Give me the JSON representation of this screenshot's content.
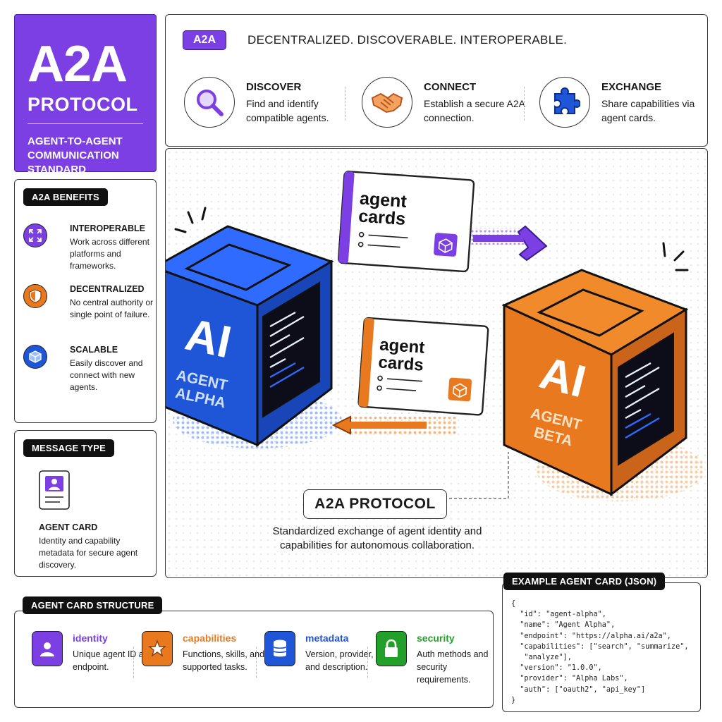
{
  "hero": {
    "title": "A2A",
    "subtitle": "PROTOCOL",
    "tagline": "AGENT-TO-AGENT COMMUNICATION STANDARD"
  },
  "top": {
    "badge": "A2A",
    "tagline": "DECENTRALIZED. DISCOVERABLE. INTEROPERABLE.",
    "features": [
      {
        "title": "DISCOVER",
        "desc": "Find and identify compatible agents.",
        "icon": "magnifier-icon"
      },
      {
        "title": "CONNECT",
        "desc": "Establish a secure A2A connection.",
        "icon": "handshake-icon"
      },
      {
        "title": "EXCHANGE",
        "desc": "Share capabilities via agent cards.",
        "icon": "puzzle-icon"
      }
    ]
  },
  "benefits": {
    "header": "A2A BENEFITS",
    "items": [
      {
        "title": "INTEROPERABLE",
        "desc": "Work across different platforms and frameworks.",
        "icon": "expand-arrows-icon"
      },
      {
        "title": "DECENTRALIZED",
        "desc": "No central authority or single point of failure.",
        "icon": "shield-icon"
      },
      {
        "title": "SCALABLE",
        "desc": "Easily discover and connect with new agents.",
        "icon": "cube-icon"
      }
    ]
  },
  "message": {
    "header": "MESSAGE TYPE",
    "title": "AGENT CARD",
    "desc": "Identity and capability metadata for secure agent discovery."
  },
  "center": {
    "alpha": {
      "big": "AI",
      "line1": "AGENT",
      "line2": "ALPHA"
    },
    "beta": {
      "big": "AI",
      "line1": "AGENT",
      "line2": "BETA"
    },
    "card_top": {
      "line1": "agent",
      "line2": "cards"
    },
    "card_bottom": {
      "line1": "agent",
      "line2": "cards"
    },
    "protocol_label": "A2A PROTOCOL",
    "protocol_desc": "Standardized exchange of agent identity and capabilities for autonomous collaboration."
  },
  "structure": {
    "header": "AGENT CARD STRUCTURE",
    "items": [
      {
        "title": "identity",
        "desc": "Unique agent ID and endpoint.",
        "color": "#7b3fe4",
        "icon": "user-icon"
      },
      {
        "title": "capabilities",
        "desc": "Functions, skills, and supported tasks.",
        "color": "#e8791f",
        "icon": "star-icon"
      },
      {
        "title": "metadata",
        "desc": "Version, provider, and description.",
        "color": "#1f56d8",
        "icon": "database-icon"
      },
      {
        "title": "security",
        "desc": "Auth methods and security requirements.",
        "color": "#22a02a",
        "icon": "lock-icon"
      }
    ]
  },
  "json": {
    "header": "EXAMPLE AGENT CARD (JSON)",
    "lines": [
      "{",
      "  \"id\": \"agent-alpha\",",
      "  \"name\": \"Agent Alpha\",",
      "  \"endpoint\": \"https://alpha.ai/a2a\",",
      "  \"capabilities\": [\"search\", \"summarize\",",
      "   \"analyze\"],",
      "  \"version\": \"1.0.0\",",
      "  \"provider\": \"Alpha Labs\",",
      "  \"auth\": [\"oauth2\", \"api_key\"]",
      "}"
    ]
  },
  "colors": {
    "purple": "#7b3fe4",
    "blue": "#1f56d8",
    "orange": "#e8791f",
    "green": "#22a02a"
  }
}
